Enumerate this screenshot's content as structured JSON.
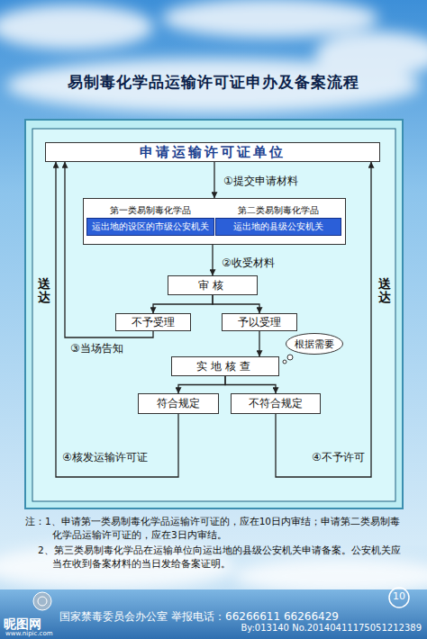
{
  "diagram": {
    "title": "易制毒化学品运输许可证申办及备案流程",
    "nodes": [
      {
        "text": [
          "申请运输许可证单位"
        ]
      },
      {
        "text": []
      },
      {
        "text": [
          "第一类易制毒化学品",
          "运出地的设区的市级公安机关"
        ],
        "in": 1
      },
      {
        "text": [
          "第二类易制毒化学品",
          "运出地的县级公安机关"
        ],
        "in": 1
      },
      {
        "text": [
          "审核"
        ]
      },
      {
        "text": [
          "不予受理"
        ]
      },
      {
        "text": [
          "予以受理"
        ]
      },
      {
        "text": [
          "根据需要"
        ]
      },
      {
        "text": [
          "实地核查"
        ]
      },
      {
        "text": [
          "符合规定"
        ]
      },
      {
        "text": [
          "不符合规定"
        ]
      }
    ],
    "edges": [
      {
        "from": 0,
        "to": 1,
        "label": "①提交申请材料",
        "arrow": "to"
      },
      {
        "from": 1,
        "to": 4,
        "label": "②收受材料",
        "arrow": "to"
      },
      {
        "from": 4,
        "to": 5,
        "arrow": "to"
      },
      {
        "from": 4,
        "to": 6,
        "arrow": "to"
      },
      {
        "from": 5,
        "to": 0,
        "label": "③当场告知",
        "arrow": "to"
      },
      {
        "from": 6,
        "to": 8,
        "arrow": "to"
      },
      {
        "from": 8,
        "to": 9,
        "arrow": "to"
      },
      {
        "from": 8,
        "to": 10,
        "arrow": "to"
      },
      {
        "from": 9,
        "to": 0,
        "label": "④核发运输许可证",
        "arrow": "to"
      },
      {
        "from": 10,
        "to": 0,
        "label": "④不予许可",
        "arrow": "to"
      }
    ],
    "labels": [
      "送达",
      "送达",
      "注：1、申请第一类易制毒化学品运输许可证的，应在10日内审结；申请第二类易制毒化学品运输许可证的，应在3日内审结。",
      "2、第三类易制毒化学品在运输单位向运出地的县级公安机关申请备案。公安机关应当在收到备案材料的当日发给备案证明。",
      "国家禁毒委员会办公室",
      "举报电话：66266611 66266429",
      "10",
      "昵图网",
      "www.nipic.com",
      "By:013140 No.20140411175051212389"
    ]
  }
}
